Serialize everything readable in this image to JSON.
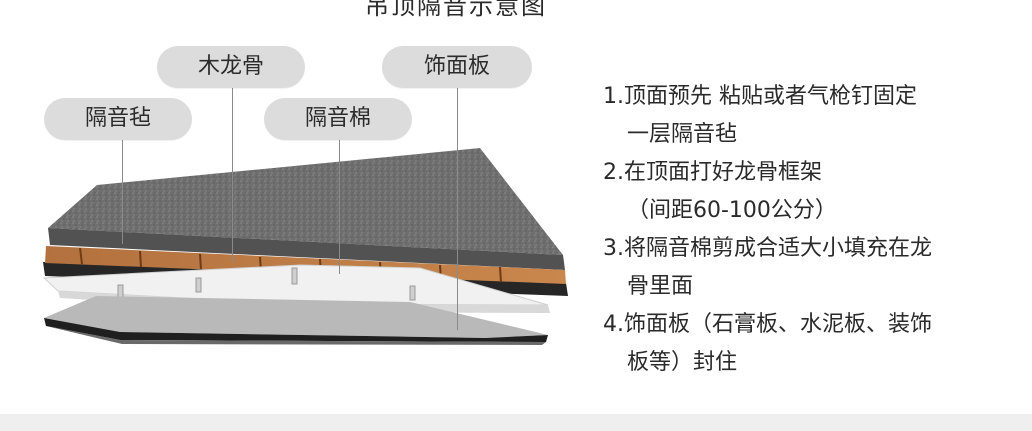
{
  "diagram": {
    "cut_title": "吊顶隔音示意图",
    "labels": {
      "felt": "隔音毡",
      "keel": "木龙骨",
      "cotton": "隔音棉",
      "board": "饰面板"
    },
    "steps": [
      {
        "line1": "1.顶面预先 粘贴或者气枪钉固定",
        "line2": "一层隔音毡"
      },
      {
        "line1": "2.在顶面打好龙骨框架",
        "line2": "（间距60-100公分）"
      },
      {
        "line1": "3.将隔音棉剪成合适大小填充在龙",
        "line2": "骨里面"
      },
      {
        "line1": "4.饰面板（石膏板、水泥板、装饰",
        "line2": "板等）封住"
      }
    ]
  }
}
